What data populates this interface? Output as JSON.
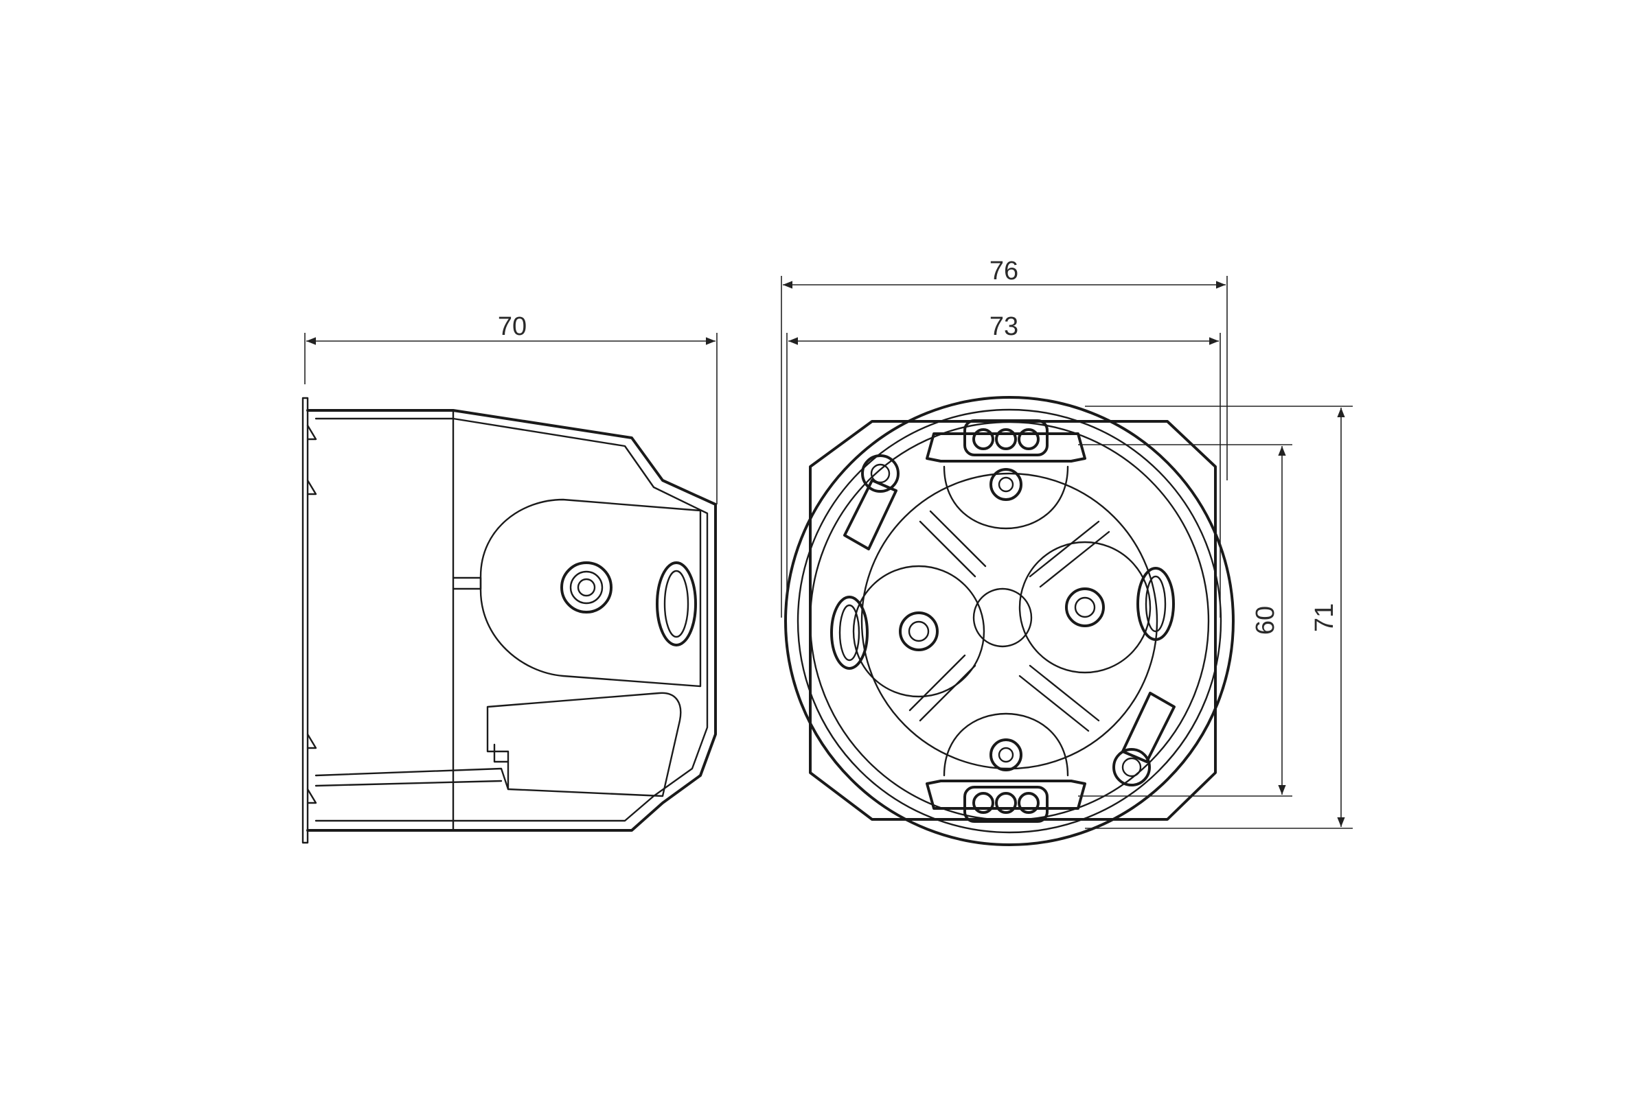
{
  "dimensions": {
    "side_width": "70",
    "front_outer_width": "76",
    "front_inner_width": "73",
    "front_inner_height": "60",
    "front_outer_height": "71"
  },
  "colors": {
    "line": "#1a1a1a",
    "background": "#ffffff"
  }
}
